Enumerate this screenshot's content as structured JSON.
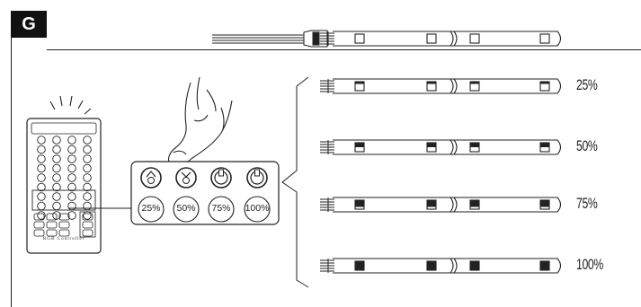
{
  "figure_label": "G",
  "remote": {
    "label": "RGB Controller"
  },
  "control_panel": {
    "buttons": [
      {
        "label": "25%",
        "icon": "brightness-25-icon"
      },
      {
        "label": "50%",
        "icon": "brightness-50-icon"
      },
      {
        "label": "75%",
        "icon": "brightness-75-icon"
      },
      {
        "label": "100%",
        "icon": "brightness-100-icon"
      }
    ],
    "top_icons": [
      "brightness-up-icon",
      "brightness-down-icon",
      "speed-up-icon",
      "speed-down-icon"
    ]
  },
  "strips": [
    {
      "label": "25%",
      "fill": 0.25
    },
    {
      "label": "50%",
      "fill": 0.5
    },
    {
      "label": "75%",
      "fill": 0.75
    },
    {
      "label": "100%",
      "fill": 1.0
    }
  ],
  "colors": {
    "line": "#222222",
    "fill": "#222222",
    "background": "#ffffff"
  }
}
